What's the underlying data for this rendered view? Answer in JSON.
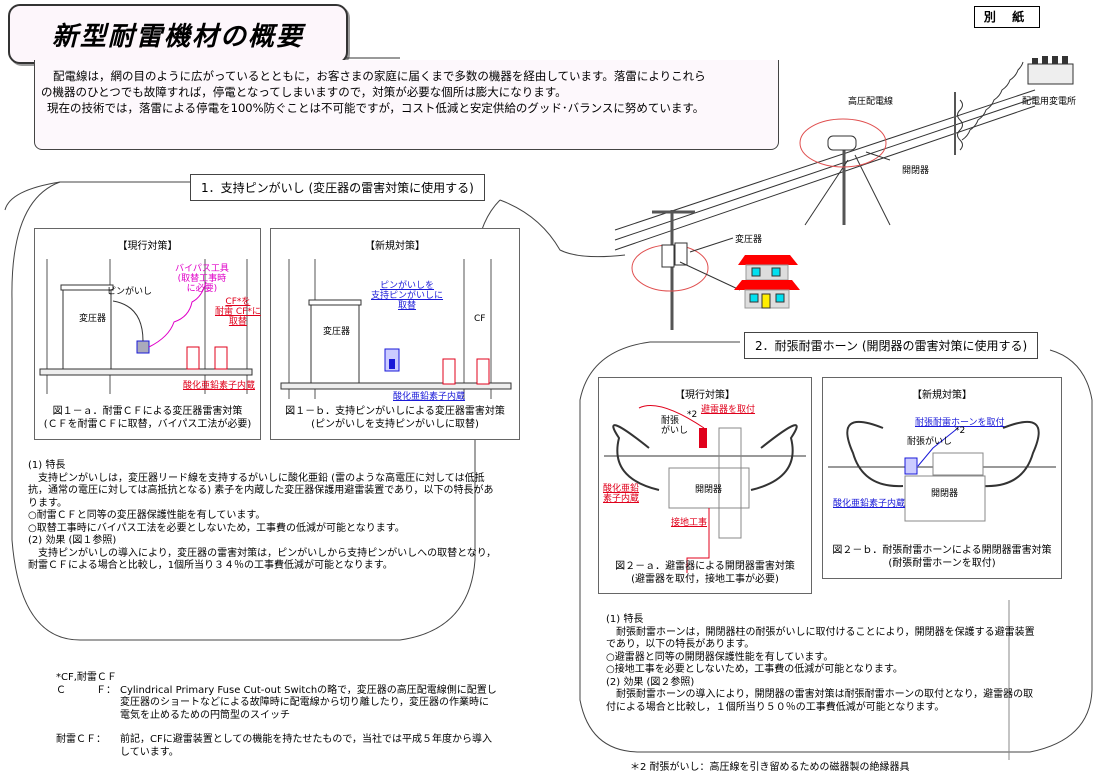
{
  "title": "新型耐雷機材の概要",
  "attachment_label": "別 紙",
  "intro": [
    "配電線は，網の目のように広がっているとともに，お客さまの家庭に届くまで多数の機器を経由しています。落雷によりこれら",
    "の機器のひとつでも故障すれば，停電となってしまいますので，対策が必要な個所は膨大になります。",
    "現在の技術では，落雷による停電を100%防ぐことは不可能ですが，コスト低減と安定供給のグッド･バランスに努めています。"
  ],
  "overview": {
    "high_voltage_line": "高圧配電線",
    "substation": "配電用変電所",
    "switch": "開閉器",
    "transformer": "変圧器"
  },
  "section1": {
    "title": "1．支持ピンがいし (変圧器の雷害対策に使用する)",
    "fig_a": {
      "head": "【現行対策】",
      "transformer": "変圧器",
      "pin_insulator": "ピンがいし",
      "bypass_tool": [
        "バイパス工具",
        "(取替工事時",
        "に必要)"
      ],
      "replace_note": [
        "CF*を",
        "耐雷 CF*に",
        "取替"
      ],
      "zno_note": "酸化亜鉛素子内蔵",
      "caption": [
        "図１－ａ．耐雷ＣＦによる変圧器雷害対策",
        "(ＣＦを耐雷ＣＦに取替，バイパス工法が必要)"
      ]
    },
    "fig_b": {
      "head": "【新規対策】",
      "transformer": "変圧器",
      "replace_note": [
        "ピンがいしを",
        "支持ピンがいしに",
        "取替"
      ],
      "cf": "CF",
      "zno_note": "酸化亜鉛素子内蔵",
      "caption": [
        "図１－ｂ．支持ピンがいしによる変圧器雷害対策",
        "(ピンがいしを支持ピンがいしに取替)"
      ]
    },
    "body": [
      "(1) 特長",
      "　支持ピンがいしは，変圧器リード線を支持するがいしに酸化亜鉛 (雷のような高電圧に対しては低抵",
      "抗，通常の電圧に対しては高抵抗となる) 素子を内蔵した変圧器保護用避雷装置であり，以下の特長があ",
      "ります。",
      "○耐雷ＣＦと同等の変圧器保護性能を有しています。",
      "○取替工事時にバイパス工法を必要としないため，工事費の低減が可能となります。",
      "(2) 効果 (図１参照)",
      "　支持ピンがいしの導入により，変圧器の雷害対策は，ピンがいしから支持ピンがいしへの取替となり，",
      "耐雷ＣＦによる場合と比較し，1個所当り３４％の工事費低減が可能となります。"
    ]
  },
  "section2": {
    "title": "2．耐張耐雷ホーン (開閉器の雷害対策に使用する)",
    "fig_a": {
      "head": "【現行対策】",
      "arrester_note": "避雷器を取付",
      "strain_insulator": [
        "耐張",
        "がいし"
      ],
      "footnote_mark": "*2",
      "switch": "開閉器",
      "zno_note": [
        "酸化亜鉛",
        "素子内蔵"
      ],
      "grounding": "接地工事",
      "caption": [
        "図２－ａ．避雷器による開閉器雷害対策",
        "(避雷器を取付，接地工事が必要)"
      ]
    },
    "fig_b": {
      "head": "【新規対策】",
      "horn_note": "耐張耐雷ホーンを取付",
      "strain_insulator": "耐張がいし",
      "footnote_mark": "*2",
      "switch": "開閉器",
      "zno_note": "酸化亜鉛素子内蔵",
      "caption": [
        "図２－ｂ．耐張耐雷ホーンによる開閉器雷害対策",
        "(耐張耐雷ホーンを取付)"
      ]
    },
    "body": [
      "(1) 特長",
      "　耐張耐雷ホーンは，開閉器柱の耐張がいしに取付けることにより，開閉器を保護する避雷装置",
      "であり，以下の特長があります。",
      "○避雷器と同等の開閉器保護性能を有しています。",
      "○接地工事を必要としないため，工事費の低減が可能となります。",
      "(2) 効果 (図２参照)",
      "　耐張耐雷ホーンの導入により，開閉器の雷害対策は耐張耐雷ホーンの取付となり，避雷器の取",
      "付による場合と比較し，１個所当り５０％の工事費低減が可能となります。"
    ]
  },
  "notes": {
    "heading": "*CF,耐雷ＣＦ",
    "cf_term": "Ｃ　　　Ｆ：",
    "cf_def": [
      "Cylindrical Primary Fuse Cut-out Switchの略で，変圧器の高圧配電線側に配置し",
      "変圧器のショートなどによる故障時に配電線から切り離したり，変圧器の作業時に",
      "電気を止めるための円筒型のスイッチ"
    ],
    "lcf_term": "耐雷ＣＦ：",
    "lcf_def": [
      "前記，CFに避雷装置としての機能を持たせたもので，当社では平成５年度から導入",
      "しています。"
    ],
    "footnote2": "＊2 耐張がいし：高圧線を引き留めるための磁器製の絶縁器具"
  },
  "colors": {
    "accent_red": "#e0001b",
    "accent_blue": "#1a1ad8",
    "accent_pink": "#e000c8",
    "house_roof": "#ff0000",
    "house_window": "#00e0f0",
    "house_door": "#ffee00"
  }
}
